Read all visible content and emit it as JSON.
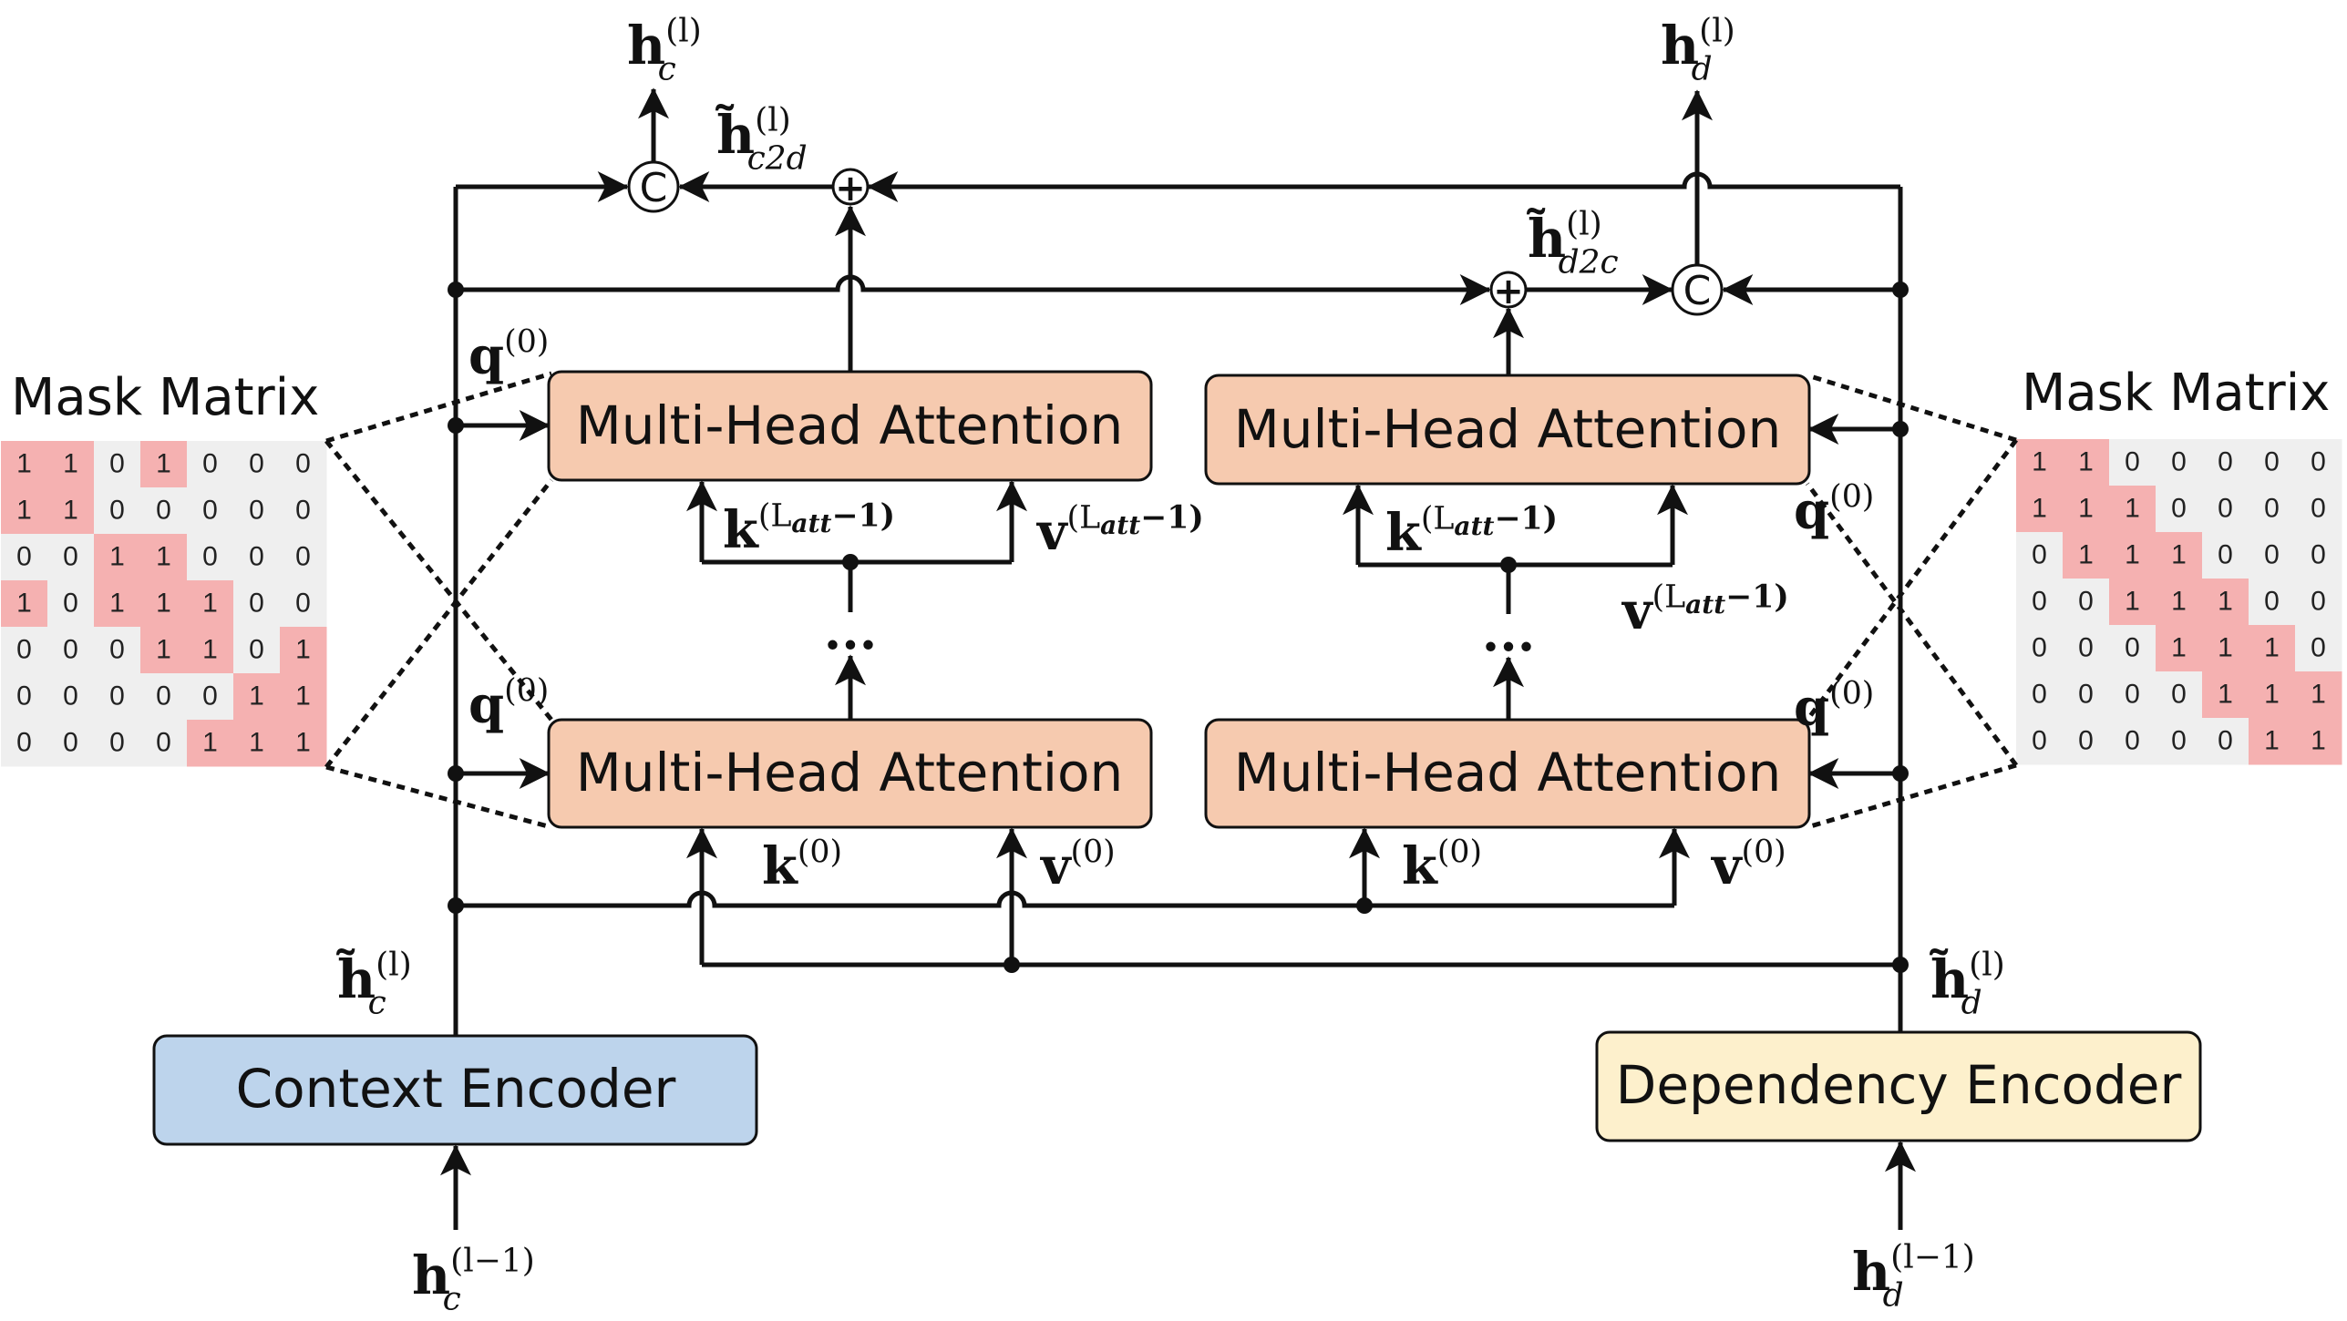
{
  "colors": {
    "attention_fill": "#F6CAAF",
    "context_fill": "#BDD4EC",
    "dependency_fill": "#FDF0CC",
    "mask_on": "#F5B1B1",
    "mask_off": "#EFEFEF",
    "line": "#111111"
  },
  "left_mask": {
    "title": "Mask Matrix",
    "rows": [
      [
        1,
        1,
        0,
        1,
        0,
        0,
        0
      ],
      [
        1,
        1,
        0,
        0,
        0,
        0,
        0
      ],
      [
        0,
        0,
        1,
        1,
        0,
        0,
        0
      ],
      [
        1,
        0,
        1,
        1,
        1,
        0,
        0
      ],
      [
        0,
        0,
        0,
        1,
        1,
        0,
        1
      ],
      [
        0,
        0,
        0,
        0,
        0,
        1,
        1
      ],
      [
        0,
        0,
        0,
        0,
        1,
        1,
        1
      ]
    ]
  },
  "right_mask": {
    "title": "Mask Matrix",
    "rows": [
      [
        1,
        1,
        0,
        0,
        0,
        0,
        0
      ],
      [
        1,
        1,
        1,
        0,
        0,
        0,
        0
      ],
      [
        0,
        1,
        1,
        1,
        0,
        0,
        0
      ],
      [
        0,
        0,
        1,
        1,
        1,
        0,
        0
      ],
      [
        0,
        0,
        0,
        1,
        1,
        1,
        0
      ],
      [
        0,
        0,
        0,
        0,
        1,
        1,
        1
      ],
      [
        0,
        0,
        0,
        0,
        0,
        1,
        1
      ]
    ]
  },
  "blocks": {
    "mha_top_left": "Multi-Head Attention",
    "mha_bottom_left": "Multi-Head Attention",
    "mha_top_right": "Multi-Head Attention",
    "mha_bottom_right": "Multi-Head Attention",
    "context_encoder": "Context Encoder",
    "dependency_encoder": "Dependency Encoder"
  },
  "operators": {
    "concat_symbol": "C",
    "add_symbol": "+"
  },
  "ellipsis": "...",
  "labels": {
    "h_c_out": {
      "base": "h",
      "sub": "c",
      "sup": "(l)"
    },
    "h_d_out": {
      "base": "h",
      "sub": "d",
      "sup": "(l)"
    },
    "h_c2d": {
      "base": "h̃",
      "sub": "c2d",
      "sup": "(l)"
    },
    "h_d2c": {
      "base": "h̃",
      "sub": "d2c",
      "sup": "(l)"
    },
    "h_c_tilde": {
      "base": "h̃",
      "sub": "c",
      "sup": "(l)"
    },
    "h_d_tilde": {
      "base": "h̃",
      "sub": "d",
      "sup": "(l)"
    },
    "h_c_in": {
      "base": "h",
      "sub": "c",
      "sup": "(l−1)"
    },
    "h_d_in": {
      "base": "h",
      "sub": "d",
      "sup": "(l−1)"
    },
    "q0": {
      "base": "q",
      "sup": "(0)"
    },
    "k0": {
      "base": "k",
      "sup": "(0)"
    },
    "v0": {
      "base": "v",
      "sup": "(0)"
    },
    "kL": {
      "base": "k",
      "sup": "(L",
      "sup_sub": "att",
      "sup_tail": "−1)"
    },
    "vL": {
      "base": "v",
      "sup": "(L",
      "sup_sub": "att",
      "sup_tail": "−1)"
    }
  }
}
